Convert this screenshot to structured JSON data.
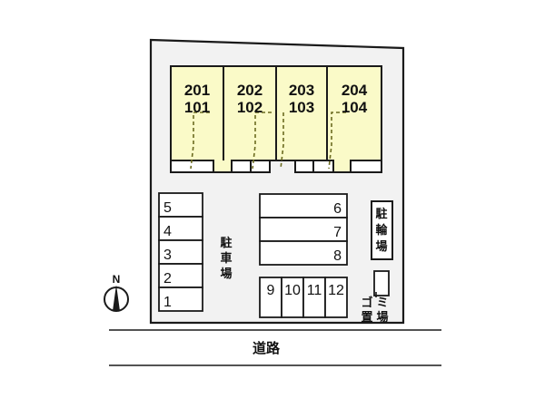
{
  "map": {
    "title": "apartment-site-plan",
    "colors": {
      "building_fill": "#fafac8",
      "site_fill": "#f2f2f2",
      "stall_fill": "#ffffff",
      "line": "#1a1a1a",
      "page_bg": "#ffffff"
    },
    "building": {
      "units": [
        {
          "upper": "201",
          "lower": "101"
        },
        {
          "upper": "202",
          "lower": "102"
        },
        {
          "upper": "203",
          "lower": "103"
        },
        {
          "upper": "204",
          "lower": "104"
        }
      ]
    },
    "parking": {
      "label": "駐車場",
      "left_column": [
        "5",
        "4",
        "3",
        "2",
        "1"
      ],
      "center_rows": [
        "6",
        "7",
        "8"
      ],
      "bottom_row": [
        "9",
        "10",
        "11",
        "12"
      ]
    },
    "facilities": {
      "bicycle_parking": "駐輪場",
      "garbage_area": "ゴミ置場",
      "garbage_chars": [
        "ゴ",
        "ミ",
        "置",
        "場"
      ]
    },
    "road": {
      "label": "道路"
    },
    "compass": {
      "label": "N"
    }
  }
}
